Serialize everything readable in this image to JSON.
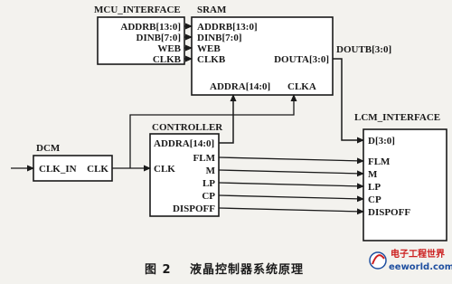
{
  "blocks": {
    "mcu": {
      "title": "MCU_INTERFACE",
      "ports": [
        "ADDRB[13:0]",
        "DINB[7:0]",
        "WEB",
        "CLKB"
      ]
    },
    "sram": {
      "title": "SRAM",
      "in_ports": [
        "ADDRB[13:0]",
        "DINB[7:0]",
        "WEB",
        "CLKB"
      ],
      "out_port": "DOUTA[3:0]",
      "bottom_ports": [
        "ADDRA[14:0]",
        "CLKA"
      ]
    },
    "dcm": {
      "title": "DCM",
      "in_port": "CLK_IN",
      "out_port": "CLK"
    },
    "controller": {
      "title": "CONTROLLER",
      "addr_port": "ADDRA[14:0]",
      "clk_port": "CLK",
      "out_ports": [
        "FLM",
        "M",
        "LP",
        "CP",
        "DISPOFF"
      ]
    },
    "lcm": {
      "title": "LCM_INTERFACE",
      "data_port": "D[3:0]",
      "in_ports": [
        "FLM",
        "M",
        "LP",
        "CP",
        "DISPOFF"
      ]
    }
  },
  "wires": {
    "doutb_label": "DOUTB[3:0]"
  },
  "caption": {
    "number": "图 2",
    "text": "液晶控制器系统原理"
  },
  "watermark": {
    "cn": "电子工程世界",
    "url": "eeworld.com.cn",
    "colors": {
      "red": "#cc1f1f",
      "blue": "#1f4fa0"
    }
  }
}
